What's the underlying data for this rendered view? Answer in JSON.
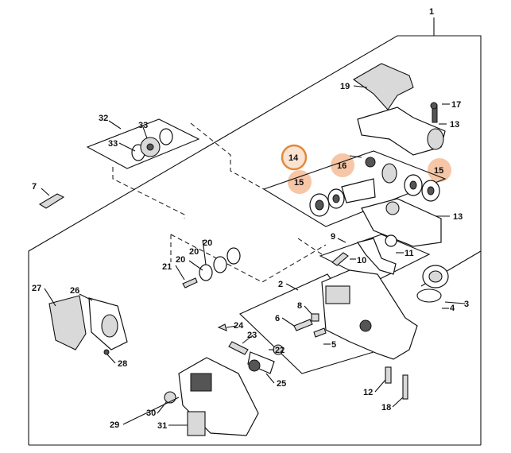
{
  "callouts": {
    "c1": "1",
    "c2": "2",
    "c3": "3",
    "c4": "4",
    "c5": "5",
    "c6": "6",
    "c7": "7",
    "c8": "8",
    "c9": "9",
    "c10": "10",
    "c11": "11",
    "c12": "12",
    "c13a": "13",
    "c13b": "13",
    "c14": "14",
    "c15a": "15",
    "c15b": "15",
    "c16": "16",
    "c17": "17",
    "c18": "18",
    "c19": "19",
    "c20a": "20",
    "c20b": "20",
    "c20c": "20",
    "c21": "21",
    "c22": "22",
    "c23": "23",
    "c24": "24",
    "c25": "25",
    "c26": "26",
    "c27": "27",
    "c28": "28",
    "c29": "29",
    "c30": "30",
    "c31": "31",
    "c32": "32",
    "c33a": "33",
    "c33b": "33"
  },
  "highlight_color": "#f6c6a6",
  "circle_color": "#e08a3c"
}
